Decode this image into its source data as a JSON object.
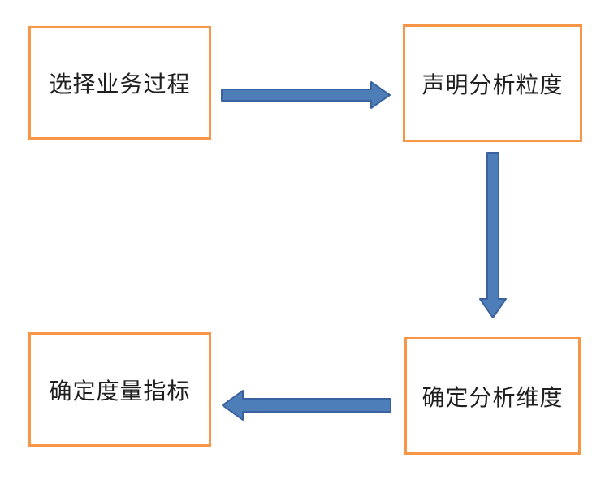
{
  "diagram": {
    "description": "Four-step dimensional modeling flowchart",
    "nodes": [
      {
        "id": "select-business-process",
        "label": "选择业务过程"
      },
      {
        "id": "declare-analysis-grain",
        "label": "声明分析粒度"
      },
      {
        "id": "determine-measures",
        "label": "确定度量指标"
      },
      {
        "id": "determine-analysis-dims",
        "label": "确定分析维度"
      }
    ],
    "edges": [
      {
        "from": "选择业务过程",
        "to": "声明分析粒度",
        "direction": "right"
      },
      {
        "from": "声明分析粒度",
        "to": "确定分析维度",
        "direction": "down"
      },
      {
        "from": "确定分析维度",
        "to": "确定度量指标",
        "direction": "left"
      }
    ],
    "colors": {
      "box_border": "#F79646",
      "box_fill": "#FFFFFF",
      "arrow_fill": "#4E7EB8",
      "arrow_stroke": "#3A62A0",
      "text": "#1F1F1F",
      "background": "#FFFFFF"
    }
  }
}
